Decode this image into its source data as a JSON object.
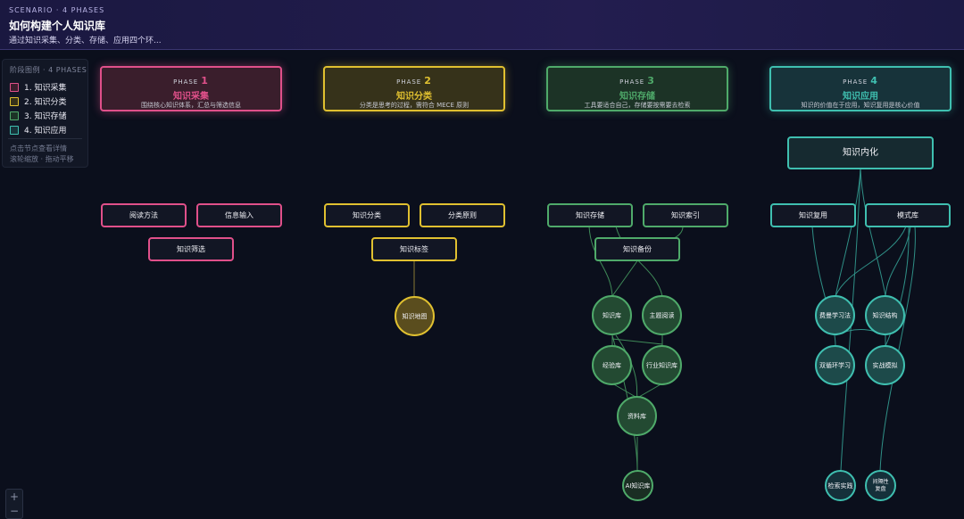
{
  "header": {
    "kicker": "SCENARIO · 4 PHASES",
    "title": "如何构建个人知识库",
    "subtitle": "通过知识采集、分类、存储、应用四个环..."
  },
  "legend": {
    "title": "阶段图例 · 4 PHASES",
    "items": [
      {
        "label": "1. 知识采集",
        "color": "#e0508a"
      },
      {
        "label": "2. 知识分类",
        "color": "#e0c030"
      },
      {
        "label": "3. 知识存储",
        "color": "#4faa6a"
      },
      {
        "label": "4. 知识应用",
        "color": "#3fbfb0"
      }
    ],
    "hint1": "点击节点查看详情",
    "hint2": "滚轮缩放 · 拖动平移"
  },
  "zoom": {
    "plus": "+",
    "minus": "−"
  },
  "phases": [
    {
      "label": "PHASE",
      "num": "1",
      "name": "知识采集",
      "desc": "围绕核心知识体系，汇总与筛选信息",
      "color": "#e0508a",
      "bg": "#3a1e2c"
    },
    {
      "label": "PHASE",
      "num": "2",
      "name": "知识分类",
      "desc": "分类是思考的过程，需符合 MECE 原则",
      "color": "#e0c030",
      "bg": "#36321a"
    },
    {
      "label": "PHASE",
      "num": "3",
      "name": "知识存储",
      "desc": "工具要适合自己，存储要按需要去检索",
      "color": "#4faa6a",
      "bg": "#1c3326"
    },
    {
      "label": "PHASE",
      "num": "4",
      "name": "知识应用",
      "desc": "知识的价值在于应用，知识复用是核心价值",
      "color": "#3fbfb0",
      "bg": "#17333a"
    }
  ],
  "nodes": {
    "p1": [
      "阅读方法",
      "信息输入",
      "知识筛选"
    ],
    "p2": [
      "知识分类",
      "分类原则",
      "知识标签",
      "知识地图"
    ],
    "p3": [
      "知识存储",
      "知识索引",
      "知识备份",
      "知识库",
      "主题阅读",
      "经验库",
      "行业知识库",
      "资料库",
      "AI知识库"
    ],
    "p4": [
      "知识内化",
      "知识复用",
      "模式库",
      "费曼学习法",
      "知识结构",
      "双循环学习",
      "实战模拟",
      "检索实践",
      "间隔性复盘"
    ]
  }
}
